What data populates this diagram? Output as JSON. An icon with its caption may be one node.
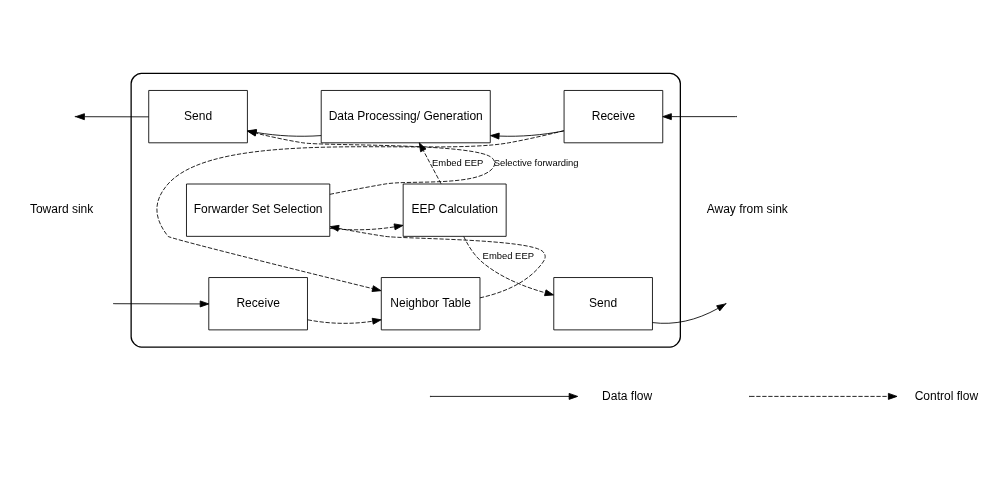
{
  "diagram": {
    "nodes": [
      {
        "text": [],
        "shape": "box"
      },
      {
        "text": [
          "Send"
        ],
        "in": 0
      },
      {
        "text": [
          "Data Processing/ Generation"
        ],
        "in": 0
      },
      {
        "text": [
          "Receive"
        ],
        "in": 0
      },
      {
        "text": [
          "Forwarder Set Selection"
        ],
        "in": 0
      },
      {
        "text": [
          "EEP Calculation"
        ],
        "in": 0
      },
      {
        "text": [
          "Receive"
        ],
        "in": 0
      },
      {
        "text": [
          "Neighbor Table"
        ],
        "in": 0
      },
      {
        "text": [
          "Send"
        ],
        "in": 0
      }
    ],
    "edges": [
      {
        "from": null,
        "to": 3,
        "arrow": "to"
      },
      {
        "from": 3,
        "to": 2,
        "arrow": "to"
      },
      {
        "from": 2,
        "to": 1,
        "arrow": "to"
      },
      {
        "from": 1,
        "to": null,
        "arrow": "to"
      },
      {
        "from": 4,
        "to": 1,
        "arrow": "to",
        "style": "dashed",
        "label": "Selective forwarding"
      },
      {
        "from": 5,
        "to": 2,
        "arrow": "to",
        "style": "dashed",
        "label": "Embed EEP"
      },
      {
        "from": 4,
        "to": 5,
        "arrow": "to",
        "style": "dashed"
      },
      {
        "from": 3,
        "to": 7,
        "arrow": "to",
        "style": "dashed"
      },
      {
        "from": 5,
        "to": 8,
        "arrow": "to",
        "style": "dashed",
        "label": "Embed EEP"
      },
      {
        "from": 7,
        "to": 4,
        "arrow": "to",
        "style": "dashed"
      },
      {
        "from": 6,
        "to": 7,
        "arrow": "to",
        "style": "dashed"
      },
      {
        "from": null,
        "to": 6,
        "arrow": "to"
      },
      {
        "from": 8,
        "to": null,
        "arrow": "to"
      }
    ],
    "labels": [
      "Toward sink",
      "Away from sink"
    ],
    "legend": [
      {
        "text": "Data flow"
      },
      {
        "text": "Control flow"
      }
    ]
  }
}
